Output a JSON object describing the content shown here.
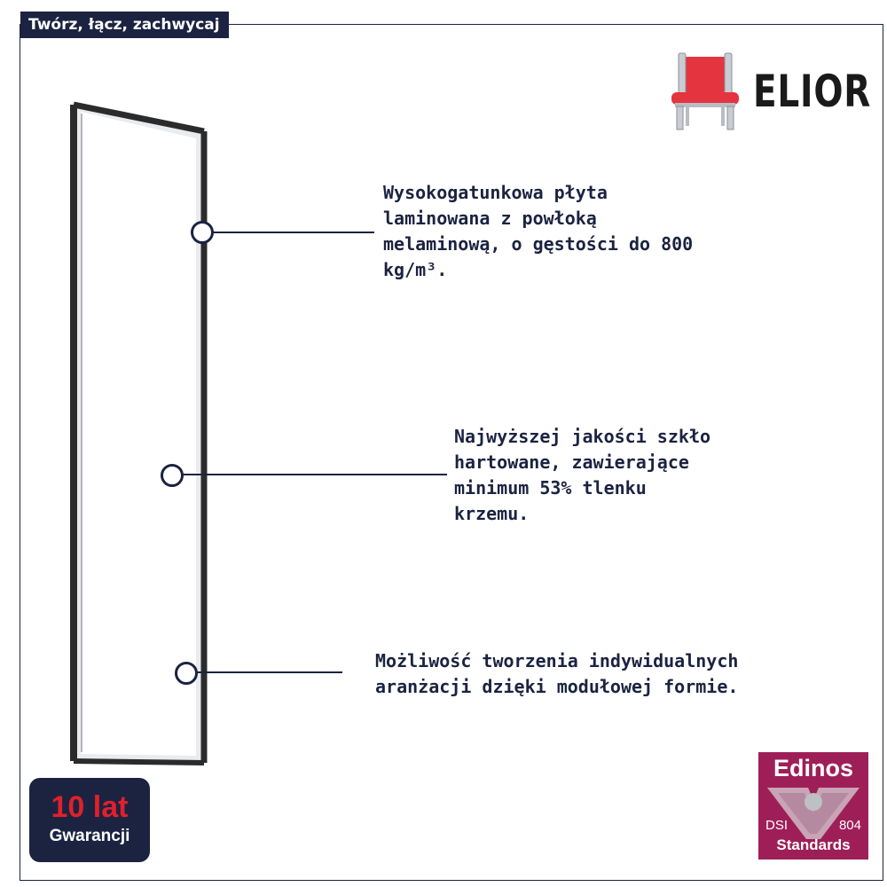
{
  "tagline": "Twórz, łącz, zachwycaj",
  "brand": {
    "name": "ELIOR",
    "icon": "chair-icon"
  },
  "product": {
    "icon": "mirror-panel"
  },
  "callouts": [
    {
      "lines": [
        "Wysokogatunkowa płyta",
        "laminowana z powłoką",
        "melaminową, o gęstości do 800",
        "kg/m³."
      ]
    },
    {
      "lines": [
        "Najwyższej jakości szkło",
        "hartowane, zawierające",
        "minimum 53% tlenku",
        "krzemu."
      ]
    },
    {
      "lines": [
        "Możliwość tworzenia indywidualnych",
        "aranżacji dzięki modułowej formie."
      ]
    }
  ],
  "warranty": {
    "years": "10 lat",
    "label": "Gwarancji"
  },
  "certification": {
    "title": "Edinos",
    "dsi": "DSI",
    "number": "804",
    "subtitle": "Standards"
  },
  "colors": {
    "navy": "#1b2341",
    "red": "#e0202b",
    "magenta": "#9e1f57"
  }
}
